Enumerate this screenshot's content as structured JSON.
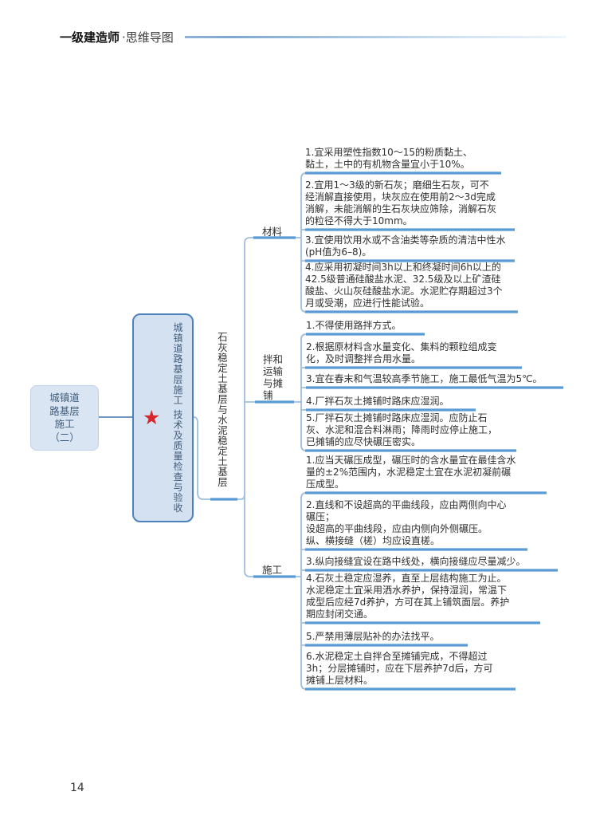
{
  "header": {
    "brand_bold": "一级建造师",
    "brand_rest": "·思维导图"
  },
  "page_number": "14",
  "icons": {
    "star": "★"
  },
  "colors": {
    "underline": "#5b9bd5",
    "connector": "#9fbedd",
    "connector_dark": "#6d97c4",
    "node_fill": "#d9e5f3",
    "node_border": "#4e81bb",
    "node_text": "#3f5d7c",
    "star": "#d7262c"
  },
  "mindmap": {
    "root": {
      "text": "城镇道\n路基层\n施工\n（二）"
    },
    "level2": {
      "text": "城镇道路基层施工 技术及质量检查与验收"
    },
    "level3": {
      "text": "石灰稳定土基层与水泥稳定土基层"
    },
    "branches": [
      {
        "label": "材料",
        "items": [
          {
            "text": "1.宜采用塑性指数10～15的粉质黏土、黏土，土中的有机物含量宜小于10%。"
          },
          {
            "text": "2.宜用1～3级的新石灰；磨细生石灰，可不经消解直接使用，块灰应在使用前2～3d完成消解，未能消解的生石灰块应筛除，消解石灰的粒径不得大于10mm。"
          },
          {
            "text": "3.宜使用饮用水或不含油类等杂质的清洁中性水(pH值为6–8)。"
          },
          {
            "text": "4.应采用初凝时间3h以上和终凝时间6h以上的42.5级普通硅酸盐水泥、32.5级及以上矿渣硅酸盐、火山灰硅酸盐水泥。水泥贮存期超过3个月或受潮，应进行性能试验。"
          }
        ]
      },
      {
        "label": "拌和运输与摊铺",
        "items": [
          {
            "text": "1.不得使用路拌方式。"
          },
          {
            "text": "2.根据原材料含水量变化、集料的颗粒组成变化，及时调整拌合用水量。"
          },
          {
            "text": "3.宜在春末和气温较高季节施工，施工最低气温为5℃。"
          },
          {
            "text": "4.厂拌石灰土摊铺时路床应湿润。"
          },
          {
            "text": "5.厂拌石灰土摊铺时路床应湿润。应防止石灰、水泥和混合料淋雨；降雨时应停止施工，已摊铺的应尽快碾压密实。"
          }
        ]
      },
      {
        "label": "施工",
        "items": [
          {
            "text": "1.应当天碾压成型，碾压时的含水量宜在最佳含水量的±2%范围内，水泥稳定土宜在水泥初凝前碾压成型。"
          },
          {
            "text": "2.直线和不设超高的平曲线段，应由两侧向中心碾压；\n设超高的平曲线段，应由内侧向外侧碾压。\n纵、横接缝（槎）均应设直槎。"
          },
          {
            "text": "3.纵向接缝宜设在路中线处，横向接缝应尽量减少。"
          },
          {
            "text": "4.石灰土稳定应湿养，直至上层结构施工为止。水泥稳定土宜采用洒水养护，保持湿润，常温下成型后应经7d养护，方可在其上铺筑面层。养护期应封闭交通。"
          },
          {
            "text": "5.严禁用薄层贴补的办法找平。"
          },
          {
            "text": "6.水泥稳定土自拌合至摊铺完成，不得超过3h；分层摊铺时，应在下层养护7d后，方可摊铺上层材料。"
          }
        ]
      }
    ]
  }
}
